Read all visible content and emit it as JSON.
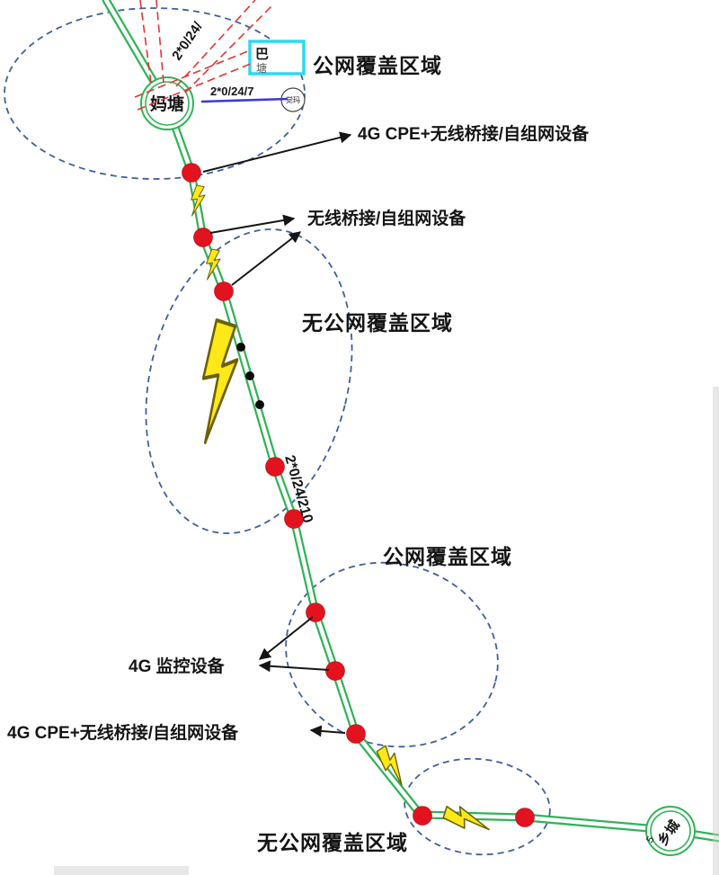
{
  "diagram": {
    "stations": {
      "top": "妈塘",
      "box_top": "巴",
      "box_bottom": "塘",
      "relay": "觉玛",
      "bottom": "乡城",
      "bottom_marker": "5"
    },
    "zones": [
      {
        "label": "公网覆盖区域"
      },
      {
        "label": "无公网覆盖区域"
      },
      {
        "label": "公网覆盖区域"
      },
      {
        "label": "无公网覆盖区域"
      }
    ],
    "annotations": [
      {
        "label": "4G CPE+无线桥接/自组网设备"
      },
      {
        "label": "无线桥接/自组网设备"
      },
      {
        "label": "4G 监控设备"
      },
      {
        "label": "4G CPE+无线桥接/自组网设备"
      }
    ],
    "line_specs": {
      "top_branch": "2*0/24/",
      "link": "2*0/24/7",
      "route": "2*0/24/210"
    },
    "tower_node_count": 10
  },
  "colors": {
    "route": "#2fb457",
    "node": "#e2131f",
    "bolt": "#ffe818",
    "bolt-edge": "#6b6104",
    "zone": "#3f5f9e",
    "cyan": "#2fd8f0",
    "red-dash": "#e23536",
    "blue-line": "#3a3ad4",
    "ink": "#151515"
  }
}
